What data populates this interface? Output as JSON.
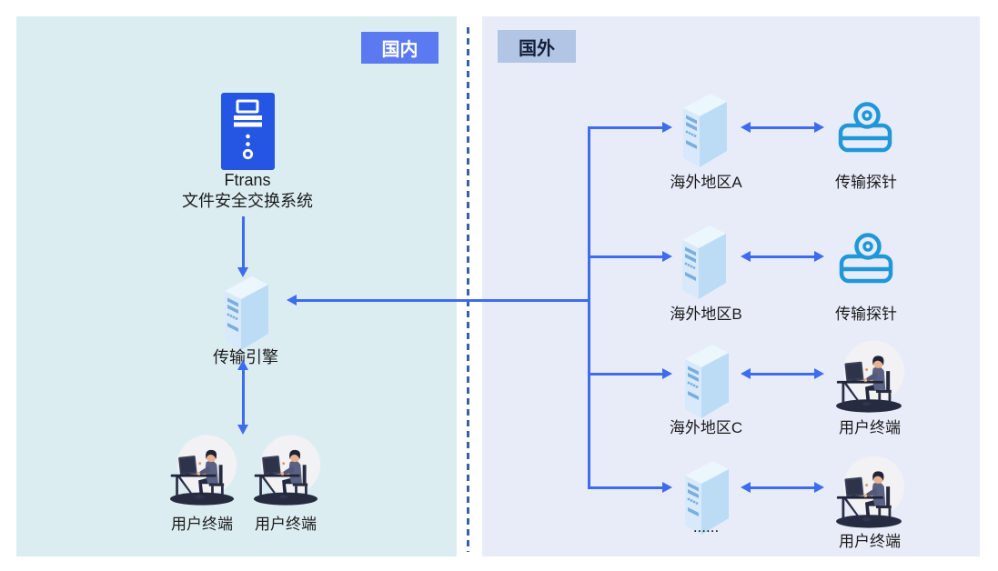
{
  "diagram": {
    "domestic": {
      "badge": "国内",
      "ftrans": {
        "name": "Ftrans",
        "desc": "文件安全交换系统"
      },
      "engine_label": "传输引擎",
      "terminal_1": "用户终端",
      "terminal_2": "用户终端"
    },
    "overseas": {
      "badge": "国外",
      "rows": [
        {
          "server": "海外地区A",
          "endpoint": "传输探针"
        },
        {
          "server": "海外地区B",
          "endpoint": "传输探针"
        },
        {
          "server": "海外地区C",
          "endpoint": "用户终端"
        },
        {
          "server": "......",
          "endpoint": "用户终端"
        }
      ]
    },
    "colors": {
      "domestic_panel": "#dcedf2",
      "overseas_panel": "#e8ecf8",
      "domestic_badge": "#5b79f0",
      "overseas_badge": "#b3c5e5",
      "arrow": "#3d6cf0",
      "divider": "#3a5fa2",
      "ftrans_icon": "#2456e3",
      "probe_icon": "#1f97d8"
    }
  }
}
